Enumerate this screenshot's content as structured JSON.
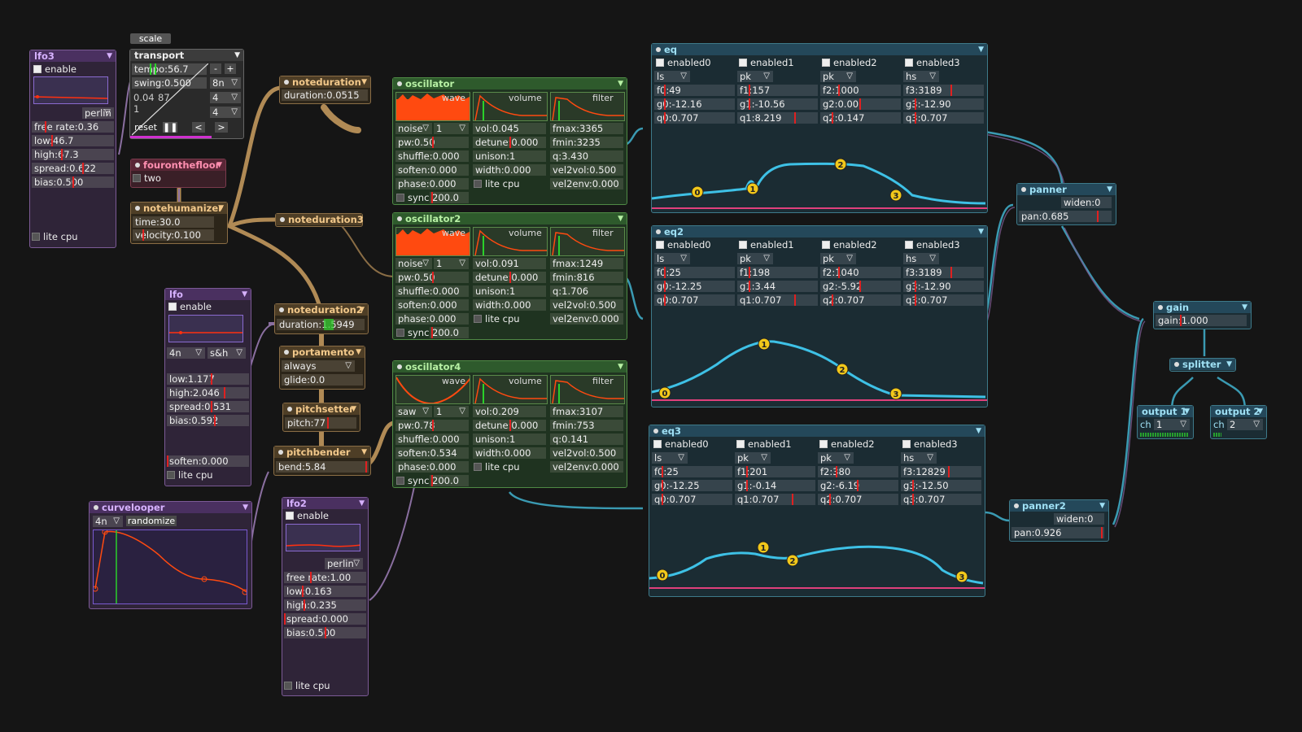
{
  "colors": {
    "background": "#151515",
    "purple_wire": "#8a6fa0",
    "tan_wire": "#b08a55",
    "teal_wire": "#3a9ab2",
    "eq_curve": "#3ec1e6",
    "eq_floor": "#e0407c",
    "wave_orange": "#ff4a10"
  },
  "lfo3": {
    "title": "lfo3",
    "enable": "enable",
    "shape": "perlin",
    "free_rate": "free rate:0.36",
    "low": "low:46.7",
    "high": "high:67.3",
    "spread": "spread:0.622",
    "bias": "bias:0.500",
    "lite_cpu": "lite cpu"
  },
  "scale": {
    "title": "scale"
  },
  "transport": {
    "title": "transport",
    "tempo": "tempo:56.7",
    "minus": "-",
    "plus": "+",
    "swing": "swing:0.500",
    "swing_div": "8n",
    "beat_a": "0.04",
    "beat_b": "87",
    "beat_c": "1",
    "sig_a": "4",
    "sig_b": "4",
    "reset": "reset",
    "prev": "<",
    "next": ">"
  },
  "fouronthefloor": {
    "title": "fouronthefloor",
    "two": "two"
  },
  "notehumanizer": {
    "title": "notehumanizer",
    "time": "time:30.0",
    "velocity": "velocity:0.100"
  },
  "noteduration": {
    "title": "noteduration",
    "duration": "duration:0.0515"
  },
  "noteduration3": {
    "title": "noteduration3"
  },
  "noteduration2": {
    "title": "noteduration2",
    "duration": "duration:1.5949"
  },
  "portamento": {
    "title": "portamento",
    "mode": "always",
    "glide": "glide:0.0"
  },
  "pitchsetter": {
    "title": "pitchsetter",
    "pitch": "pitch:77"
  },
  "pitchbender": {
    "title": "pitchbender",
    "bend": "bend:5.84"
  },
  "lfo": {
    "title": "lfo",
    "enable": "enable",
    "interval": "4n",
    "shape": "s&h",
    "low": "low:1.177",
    "high": "high:2.046",
    "spread": "spread:0.531",
    "bias": "bias:0.592",
    "soften": "soften:0.000",
    "lite_cpu": "lite cpu"
  },
  "curvelooper": {
    "title": "curvelooper",
    "interval": "4n",
    "randomize": "randomize"
  },
  "lfo2": {
    "title": "lfo2",
    "enable": "enable",
    "shape": "perlin",
    "free_rate": "free rate:1.00",
    "low": "low:0.163",
    "high": "high:0.235",
    "spread": "spread:0.000",
    "bias": "bias:0.500",
    "lite_cpu": "lite cpu"
  },
  "oscillators": [
    {
      "title": "oscillator",
      "wave_label": "wave",
      "volume_label": "volume",
      "filter_label": "filter",
      "wave": "noise",
      "voices": "1",
      "pw": "pw:0.50",
      "shuffle": "shuffle:0.000",
      "soften": "soften:0.000",
      "phase": "phase:0.000",
      "sync": "sync",
      "sync_val": "200.0",
      "vol": "vol:0.045",
      "detune": "detune:0.000",
      "unison": "unison:1",
      "width": "width:0.000",
      "lite_cpu": "lite cpu",
      "fmax": "fmax:3365",
      "fmin": "fmin:3235",
      "q": "q:3.430",
      "vel2vol": "vel2vol:0.500",
      "vel2env": "vel2env:0.000"
    },
    {
      "title": "oscillator2",
      "wave_label": "wave",
      "volume_label": "volume",
      "filter_label": "filter",
      "wave": "noise",
      "voices": "1",
      "pw": "pw:0.50",
      "shuffle": "shuffle:0.000",
      "soften": "soften:0.000",
      "phase": "phase:0.000",
      "sync": "sync",
      "sync_val": "200.0",
      "vol": "vol:0.091",
      "detune": "detune:0.000",
      "unison": "unison:1",
      "width": "width:0.000",
      "lite_cpu": "lite cpu",
      "fmax": "fmax:1249",
      "fmin": "fmin:816",
      "q": "q:1.706",
      "vel2vol": "vel2vol:0.500",
      "vel2env": "vel2env:0.000"
    },
    {
      "title": "oscillator4",
      "wave_label": "wave",
      "volume_label": "volume",
      "filter_label": "filter",
      "wave": "saw",
      "voices": "1",
      "pw": "pw:0.78",
      "shuffle": "shuffle:0.000",
      "soften": "soften:0.534",
      "phase": "phase:0.000",
      "sync": "sync",
      "sync_val": "200.0",
      "vol": "vol:0.209",
      "detune": "detune:0.000",
      "unison": "unison:1",
      "width": "width:0.000",
      "lite_cpu": "lite cpu",
      "fmax": "fmax:3107",
      "fmin": "fmin:753",
      "q": "q:0.141",
      "vel2vol": "vel2vol:0.500",
      "vel2env": "vel2env:0.000"
    }
  ],
  "eqs": [
    {
      "title": "eq",
      "bands": [
        {
          "enabled": "enabled0",
          "type": "ls",
          "f": "f0:49",
          "g": "g0:-12.16",
          "q": "q0:0.707"
        },
        {
          "enabled": "enabled1",
          "type": "pk",
          "f": "f1:157",
          "g": "g1:-10.56",
          "q": "q1:8.219"
        },
        {
          "enabled": "enabled2",
          "type": "pk",
          "f": "f2:1000",
          "g": "g2:0.00",
          "q": "q2:0.147"
        },
        {
          "enabled": "enabled3",
          "type": "hs",
          "f": "f3:3189",
          "g": "g3:-12.90",
          "q": "q3:0.707"
        }
      ],
      "points": [
        "0",
        "1",
        "2",
        "3"
      ]
    },
    {
      "title": "eq2",
      "bands": [
        {
          "enabled": "enabled0",
          "type": "ls",
          "f": "f0:25",
          "g": "g0:-12.25",
          "q": "q0:0.707"
        },
        {
          "enabled": "enabled1",
          "type": "pk",
          "f": "f1:198",
          "g": "g1:3.44",
          "q": "q1:0.707"
        },
        {
          "enabled": "enabled2",
          "type": "pk",
          "f": "f2:1040",
          "g": "g2:-5.92",
          "q": "q2:0.707"
        },
        {
          "enabled": "enabled3",
          "type": "hs",
          "f": "f3:3189",
          "g": "g3:-12.90",
          "q": "q3:0.707"
        }
      ],
      "points": [
        "0",
        "1",
        "2",
        "3"
      ]
    },
    {
      "title": "eq3",
      "bands": [
        {
          "enabled": "enabled0",
          "type": "ls",
          "f": "f0:25",
          "g": "g0:-12.25",
          "q": "q0:0.707"
        },
        {
          "enabled": "enabled1",
          "type": "pk",
          "f": "f1:201",
          "g": "g1:-0.14",
          "q": "q1:0.707"
        },
        {
          "enabled": "enabled2",
          "type": "pk",
          "f": "f2:380",
          "g": "g2:-6.19",
          "q": "q2:0.707"
        },
        {
          "enabled": "enabled3",
          "type": "hs",
          "f": "f3:12829",
          "g": "g3:-12.50",
          "q": "q3:0.707"
        }
      ],
      "points": [
        "0",
        "1",
        "2",
        "3"
      ]
    }
  ],
  "panner": {
    "title": "panner",
    "widen": "widen:0",
    "pan": "pan:0.685"
  },
  "panner2": {
    "title": "panner2",
    "widen": "widen:0",
    "pan": "pan:0.926"
  },
  "gain": {
    "title": "gain",
    "gain": "gain:1.000"
  },
  "splitter": {
    "title": "splitter"
  },
  "output1": {
    "title": "output 1",
    "ch_label": "ch",
    "ch": "1"
  },
  "output2": {
    "title": "output 2",
    "ch_label": "ch",
    "ch": "2"
  }
}
